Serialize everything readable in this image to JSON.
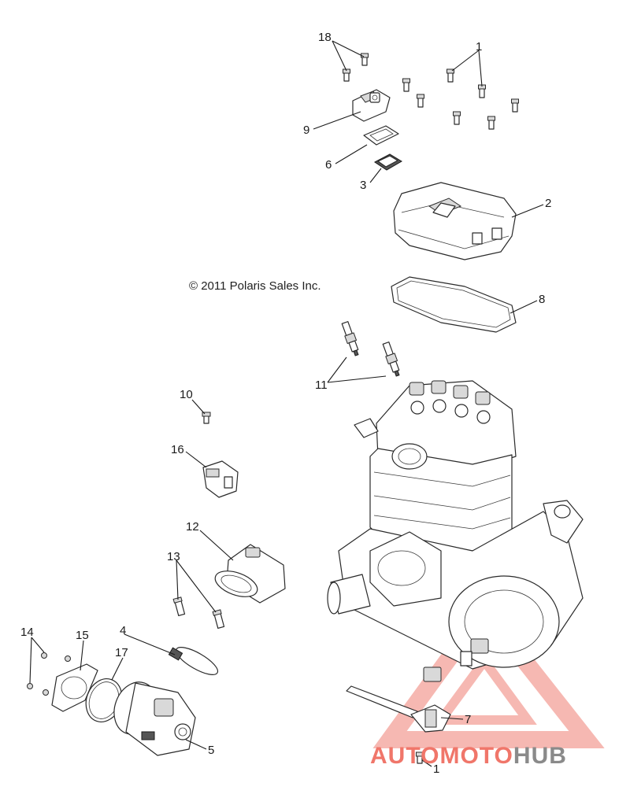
{
  "copyright": "© 2011 Polaris Sales Inc.",
  "watermark": {
    "part1": "AUTOMOTO",
    "part2": "HUB",
    "color_primary": "#f0766a",
    "color_triangle": "#f6b8b2",
    "color_secondary": "#8a8a8a",
    "color_accent": "#f7b24a"
  },
  "callouts": {
    "c1_top": "1",
    "c1_bottom": "1",
    "c2": "2",
    "c3": "3",
    "c4": "4",
    "c5": "5",
    "c6": "6",
    "c7": "7",
    "c8": "8",
    "c9": "9",
    "c10": "10",
    "c11": "11",
    "c12": "12",
    "c13": "13",
    "c14": "14",
    "c15": "15",
    "c16": "16",
    "c17": "17",
    "c18": "18"
  }
}
